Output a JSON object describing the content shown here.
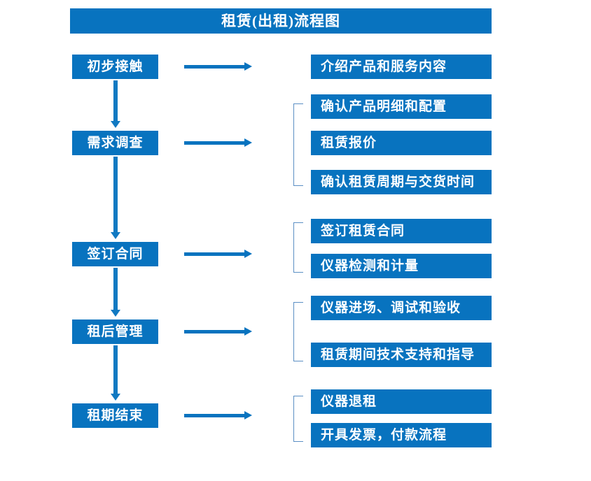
{
  "diagram": {
    "title": "租赁(出租)流程图",
    "colors": {
      "box_fill": "#0873bf",
      "box_text": "#ffffff",
      "arrow": "#0873bf",
      "bracket": "#5b8fc4",
      "background": "#ffffff"
    },
    "stages": [
      {
        "label": "初步接触"
      },
      {
        "label": "需求调查"
      },
      {
        "label": "签订合同"
      },
      {
        "label": "租后管理"
      },
      {
        "label": "租期结束"
      }
    ],
    "details": [
      {
        "label": "介绍产品和服务内容"
      },
      {
        "label": "确认产品明细和配置"
      },
      {
        "label": "租赁报价"
      },
      {
        "label": "确认租赁周期与交货时间"
      },
      {
        "label": "签订租赁合同"
      },
      {
        "label": "仪器检测和计量"
      },
      {
        "label": "仪器进场、调试和验收"
      },
      {
        "label": "租赁期间技术支持和指导"
      },
      {
        "label": "仪器退租"
      },
      {
        "label": "开具发票，付款流程"
      }
    ],
    "connector_names": [
      "arrow-stage1-to-stage2",
      "arrow-stage2-to-stage3",
      "arrow-stage3-to-stage4",
      "arrow-stage4-to-stage5",
      "arrow-stage1-to-details",
      "arrow-stage2-to-details",
      "arrow-stage3-to-details",
      "arrow-stage4-to-details",
      "arrow-stage5-to-details"
    ]
  }
}
